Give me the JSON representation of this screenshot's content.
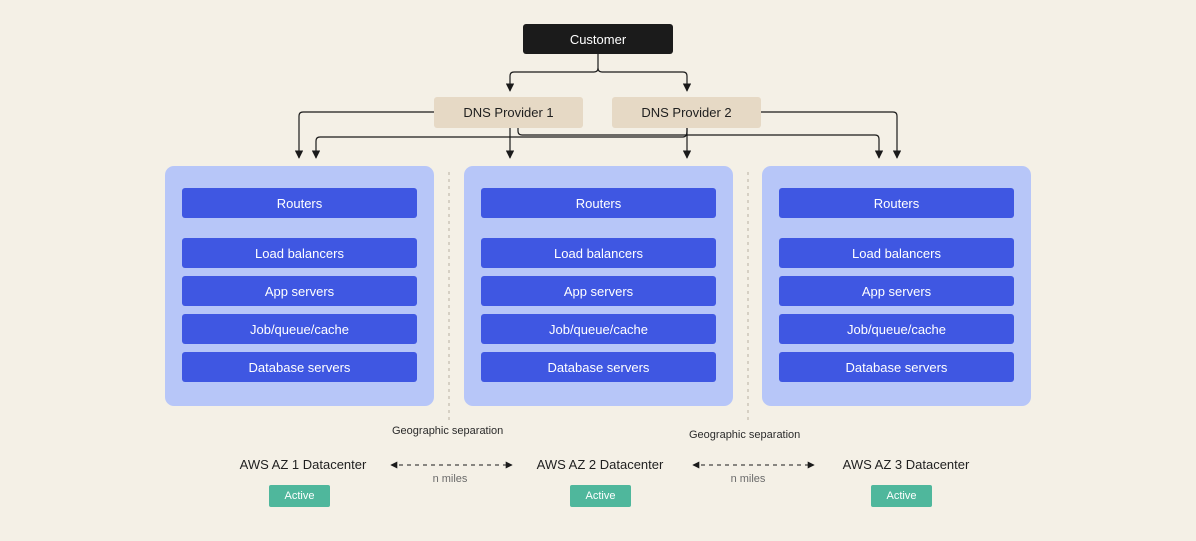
{
  "customer": {
    "label": "Customer"
  },
  "dns_providers": [
    {
      "label": "DNS Provider 1"
    },
    {
      "label": "DNS Provider 2"
    }
  ],
  "datacenters": [
    {
      "name": "AWS AZ 1 Datacenter",
      "status": "Active",
      "layers": [
        "Routers",
        "Load balancers",
        "App servers",
        "Job/queue/cache",
        "Database servers"
      ]
    },
    {
      "name": "AWS AZ 2 Datacenter",
      "status": "Active",
      "layers": [
        "Routers",
        "Load balancers",
        "App servers",
        "Job/queue/cache",
        "Database servers"
      ]
    },
    {
      "name": "AWS AZ 3 Datacenter",
      "status": "Active",
      "layers": [
        "Routers",
        "Load balancers",
        "App servers",
        "Job/queue/cache",
        "Database servers"
      ]
    }
  ],
  "separations": [
    {
      "label": "Geographic separation",
      "distance": "n miles"
    },
    {
      "label": "Geographic separation",
      "distance": "n miles"
    }
  ],
  "colors": {
    "background": "#f4f0e6",
    "customer": "#1b1b1b",
    "dns": "#e6d9c5",
    "datacenter": "#b7c6f8",
    "layer": "#3f57e2",
    "active_badge": "#4fb79c"
  }
}
